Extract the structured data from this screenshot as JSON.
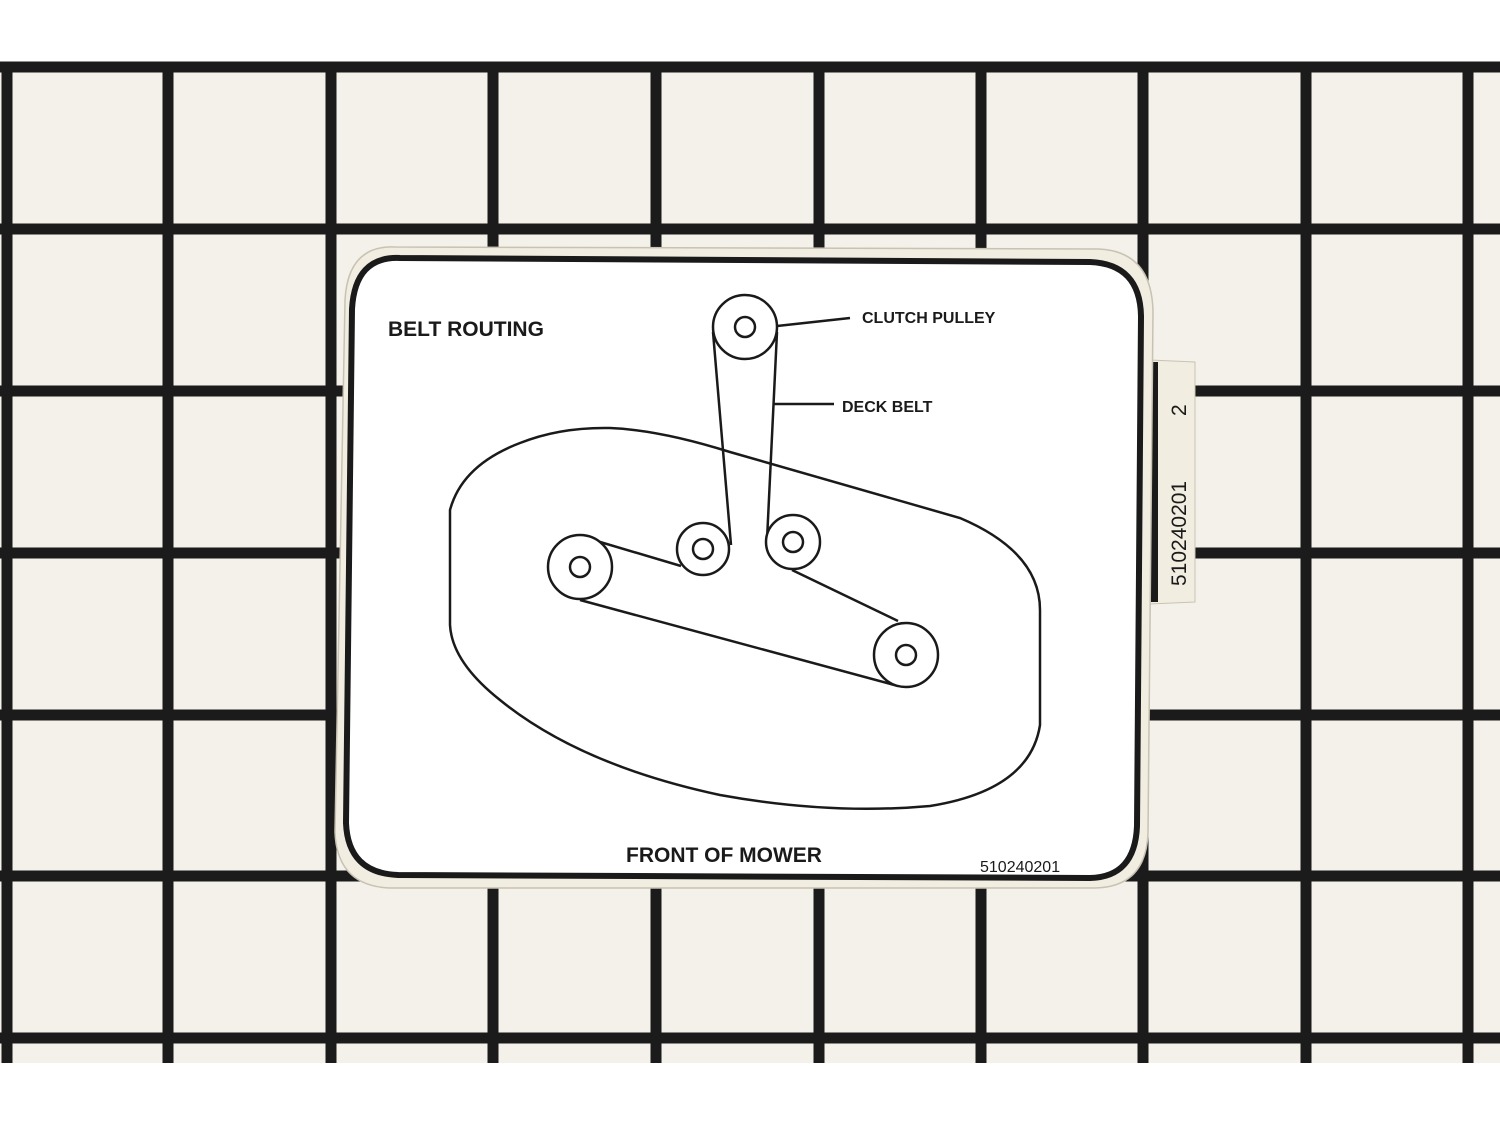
{
  "decal": {
    "title": "BELT ROUTING",
    "clutch_pulley_label": "CLUTCH PULLEY",
    "deck_belt_label": "DECK BELT",
    "front_label": "FRONT OF MOWER",
    "part_number": "510240201"
  },
  "side_tag": {
    "part_number": "510240201",
    "revision": "2"
  },
  "colors": {
    "background_grid_lines": "#1b1b1b",
    "background_cells": "#f4f1ea",
    "decal_face": "#ffffff",
    "decal_backing": "#f1ede1",
    "ink": "#1a1a1a"
  }
}
